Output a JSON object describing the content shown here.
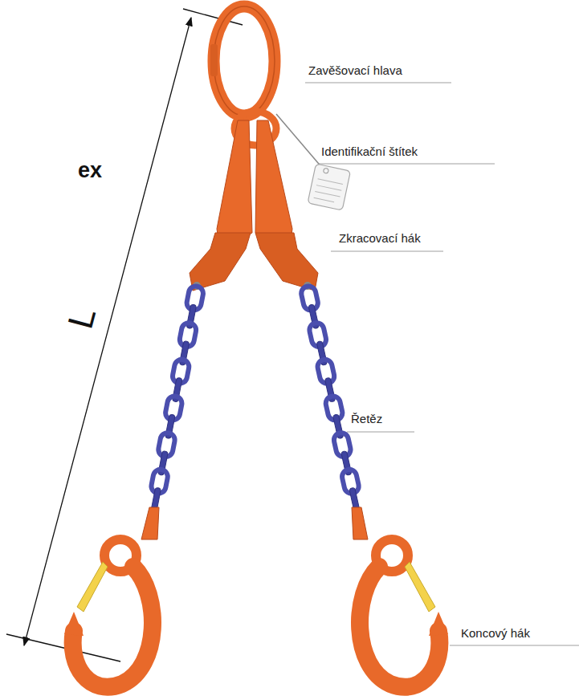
{
  "diagram": {
    "labels": [
      "ex",
      "L",
      "Zavěšovací hlava",
      "Identifikační štítek",
      "Zkracovací hák",
      "Řetěz",
      "Koncový hák"
    ]
  }
}
